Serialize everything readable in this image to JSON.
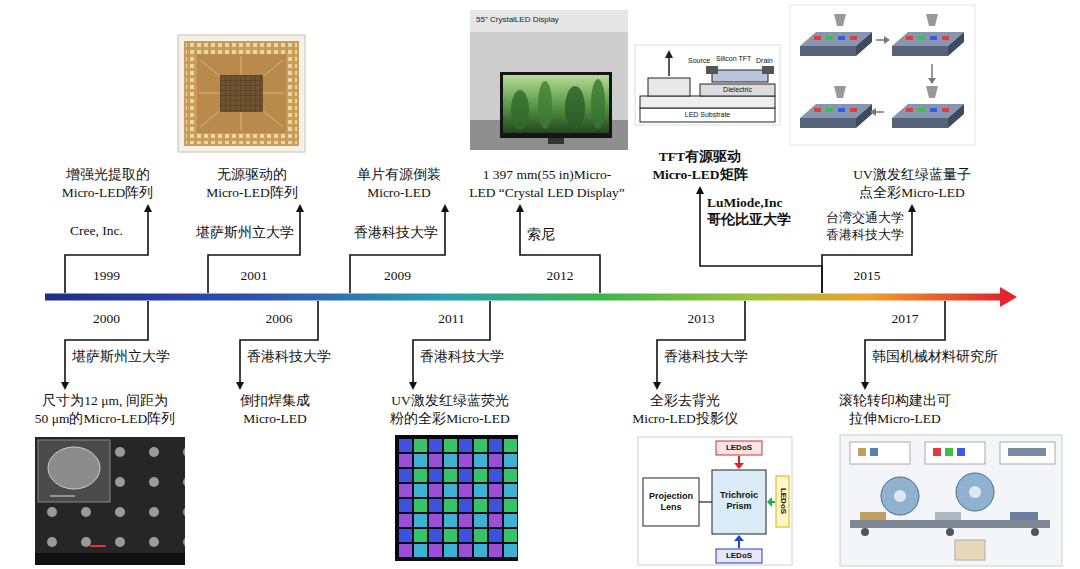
{
  "diagram": {
    "nodes": [
      {
        "text": [
          "1999"
        ]
      },
      {
        "text": [
          "增强光提取的 Micro-LED阵列"
        ]
      },
      {
        "text": [
          "2000"
        ]
      },
      {
        "text": [
          "尺寸为12 μm, 间距为 50 μm的Micro-LED阵列"
        ]
      },
      {
        "text": [
          "2001"
        ]
      },
      {
        "text": [
          "无源驱动的 Micro-LED阵列"
        ]
      },
      {
        "text": [
          "2006"
        ]
      },
      {
        "text": [
          "倒扣焊集成 Micro-LED"
        ]
      },
      {
        "text": [
          "2009"
        ]
      },
      {
        "text": [
          "单片有源倒装 Micro-LED"
        ]
      },
      {
        "text": [
          "2011"
        ]
      },
      {
        "text": [
          "UV激发红绿蓝荧光 粉的全彩Micro-LED"
        ]
      },
      {
        "text": [
          "2012"
        ]
      },
      {
        "text": [
          "1 397 mm(55 in)Micro-LED “Crystal LED Display”"
        ]
      },
      {
        "text": [
          "2013"
        ]
      },
      {
        "text": [
          "全彩去背光 Micro-LED投影仪"
        ]
      },
      {
        "text": [
          "2015"
        ]
      },
      {
        "text": [
          "TFT有源驱动 Micro-LED矩阵"
        ]
      },
      {
        "text": [
          "UV激发红绿蓝量子 点全彩Micro-LED"
        ]
      },
      {
        "text": [
          "2017"
        ]
      },
      {
        "text": [
          "滚轮转印构建出可 拉伸Micro-LED"
        ]
      }
    ],
    "edges": [
      {
        "from": 0,
        "to": 1,
        "arrow": "to",
        "label": "Cree, Inc."
      },
      {
        "from": 2,
        "to": 3,
        "arrow": "to",
        "label": "堪萨斯州立大学"
      },
      {
        "from": 4,
        "to": 5,
        "arrow": "to",
        "label": "堪萨斯州立大学"
      },
      {
        "from": 6,
        "to": 7,
        "arrow": "to",
        "label": "香港科技大学"
      },
      {
        "from": 8,
        "to": 9,
        "arrow": "to",
        "label": "香港科技大学"
      },
      {
        "from": 10,
        "to": 11,
        "arrow": "to",
        "label": "香港科技大学"
      },
      {
        "from": 12,
        "to": 13,
        "arrow": "to",
        "label": "索尼"
      },
      {
        "from": 14,
        "to": 15,
        "arrow": "to",
        "label": "香港科技大学"
      },
      {
        "from": 16,
        "to": 17,
        "arrow": "to",
        "label": "LuMiode,Inc 哥伦比亚大学"
      },
      {
        "from": 16,
        "to": 18,
        "arrow": "to",
        "label": "台湾交通大学 香港科技大学"
      },
      {
        "from": 19,
        "to": 20,
        "arrow": "to",
        "label": "韩国机械材料研究所"
      }
    ],
    "labels": [
      "55\" CrystalLED Display",
      "Silicon TFT",
      "Source",
      "Drain",
      "Dielectric",
      "LED Substrate",
      "Projection Lens",
      "Trichroic Prism",
      "LEDoS",
      "LEDoS",
      "LEDoS"
    ]
  }
}
